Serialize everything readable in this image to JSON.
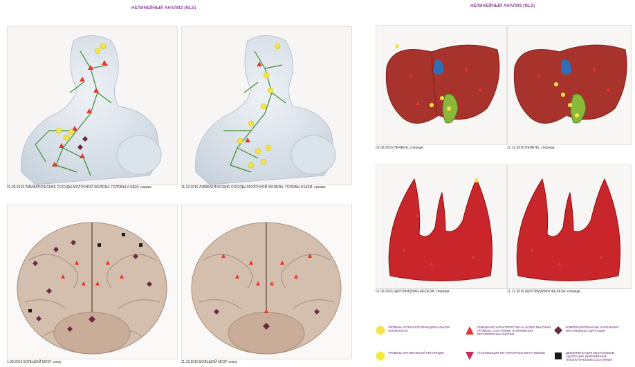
{
  "left": {
    "header": "НЕЛИНЕЙНЫЙ АНАЛИЗ (NLS)",
    "panels": [
      {
        "caption": "01.09.2016 ЛИМФАТИЧЕСКИЕ СОСУДЫ МОЛОЧНОЙ ЖЕЛЕЗЫ, ГОЛОВЫ И ШЕИ; справа"
      },
      {
        "caption": "11.12.2016 ЛИМФАТИЧЕСКИЕ СОСУДЫ МОЛОЧНОЙ ЖЕЛЕЗЫ, ГОЛОВЫ И ШЕИ; справа"
      },
      {
        "caption": "1.09.2016 БОЛЬШОЙ МОЗГ снизу"
      },
      {
        "caption": "11.12.2016 БОЛЬШОЙ МОЗГ снизу"
      }
    ]
  },
  "right": {
    "header": "НЕЛИНЕЙНЫЙ АНАЛИЗ (NLS)",
    "panels": [
      {
        "caption": "01.09.2016 ПЕЧЕНЬ; спереди"
      },
      {
        "caption": "11.12.2016 ПЕЧЕНЬ; спереди"
      },
      {
        "caption": "01.09.2016 ЩИТОВИДНАЯ ЖЕЛЕЗА; спереди"
      },
      {
        "caption": "11.12.2016 ЩИТОВИДНАЯ ЖЕЛЕЗА; спереди"
      }
    ]
  },
  "legend": [
    {
      "shape": "hexagon",
      "color": "#f4e44a",
      "text": "УРОВЕНЬ ЛАТЕНТНОЙ ФУНКЦИОНАЛЬНОЙ АКТИВНОСТИ"
    },
    {
      "shape": "triangle-up",
      "color": "#e8352b",
      "text": "СМЕЩЕНИЕ ХАРАКТЕРИСТИК НА БОЛЕЕ ВЫСОКИЙ УРОВЕНЬ; СОСТОЯНИЕ НАПРЯЖЕНИЯ РЕГУЛЯТОРНЫХ СИСТЕМ"
    },
    {
      "shape": "diamond",
      "color": "#6b2a3e",
      "text": "КОМПЕНСИРОВАННЫЕ НАРУШЕНИЯ МЕХАНИЗМОВ АДАПТАЦИИ"
    },
    {
      "shape": "hexagon",
      "color": "#f6ea3a",
      "text": "УРОВЕНЬ ОПТИМАЛЬНОЙ РЕГУЛЯЦИИ"
    },
    {
      "shape": "triangle-down",
      "color": "#c8285a",
      "text": "АСТЕНИЗАЦИЯ РЕГУЛЯТОРНЫХ МЕХАНИЗМОВ"
    },
    {
      "shape": "square",
      "color": "#1a1a1a",
      "text": "ДЕКОМПЕНСАЦИЯ МЕХАНИЗМОВ АДАПТАЦИИ; ВЫРАЖЕННЫЕ ПАТОЛОГИЧЕСКИЕ СОСТОЯНИЯ"
    }
  ]
}
